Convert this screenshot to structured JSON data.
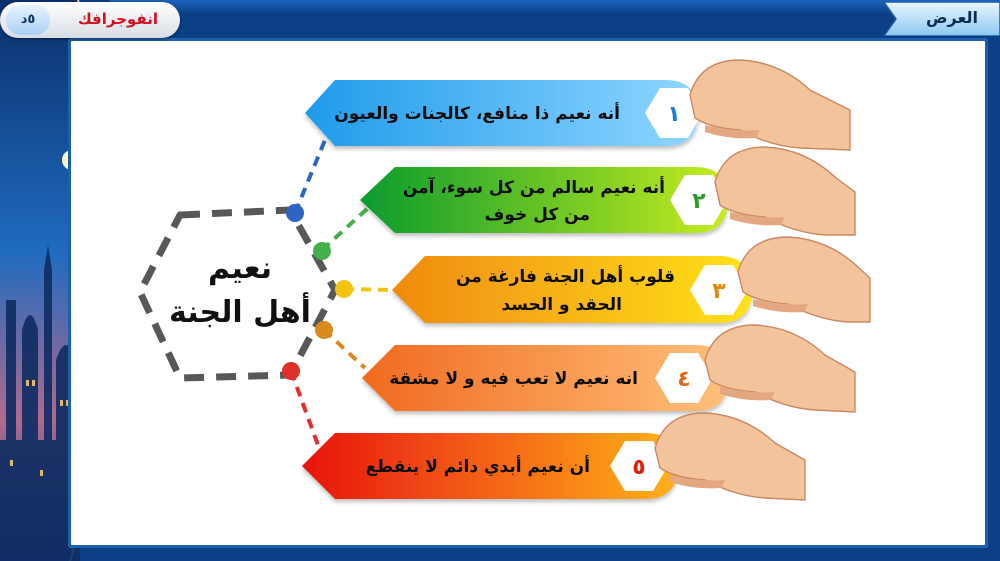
{
  "header": {
    "badge_label": "انفوجرافك",
    "badge_number": "٥د",
    "section_tag": "العرض"
  },
  "hub": {
    "title_line1": "نعيم",
    "title_line2": "أهل الجنة"
  },
  "items": [
    {
      "number": "١",
      "text_line1": "أنه نعيم ذا منافع، كالجنات والعيون",
      "text_line2": "",
      "color_a": "#1f9bea",
      "color_b": "#8fd6ff",
      "dot": "#2f63c4"
    },
    {
      "number": "٢",
      "text_line1": "أنه نعيم سالم من كل سوء، آمن",
      "text_line2": "من كل خوف",
      "color_a": "#0a9b2e",
      "color_b": "#c6ec1f",
      "dot": "#44b04a"
    },
    {
      "number": "٣",
      "text_line1": "قلوب أهل الجنة فارغة من",
      "text_line2": "الحقد و الحسد",
      "color_a": "#f08a10",
      "color_b": "#ffe21a",
      "dot": "#f2c40f"
    },
    {
      "number": "٤",
      "text_line1": "انه نعيم لا تعب فيه و لا مشقة",
      "text_line2": "",
      "color_a": "#f16a1f",
      "color_b": "#ffc07a",
      "dot": "#d98a1f"
    },
    {
      "number": "٥",
      "text_line1": "أن نعيم أبدي دائم لا ينقطع",
      "text_line2": "",
      "color_a": "#e8140f",
      "color_b": "#ffb21a",
      "dot": "#e0302a"
    }
  ]
}
